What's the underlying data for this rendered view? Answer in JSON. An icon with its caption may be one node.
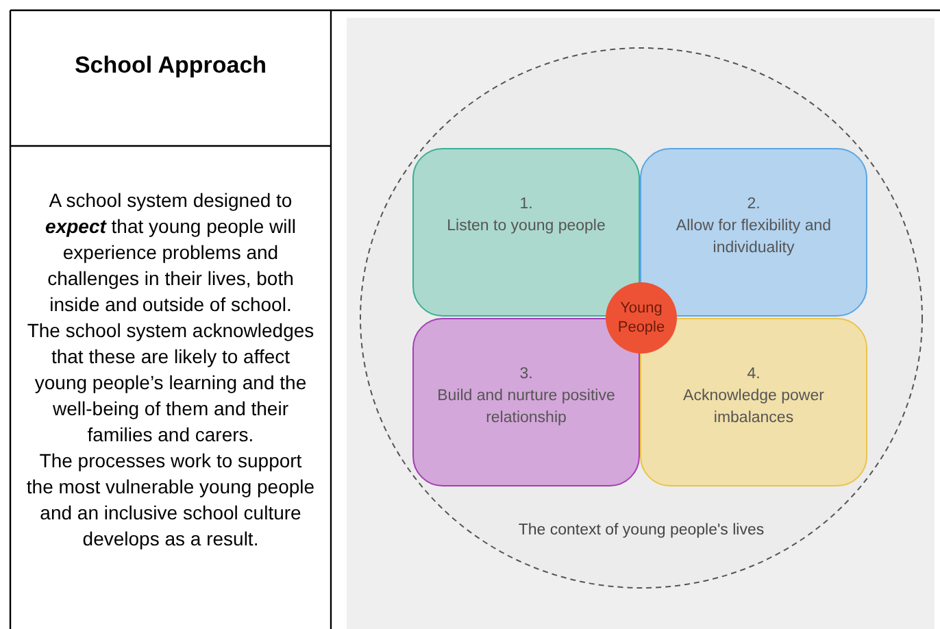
{
  "diagram": {
    "nodes": [
      {
        "text": [
          "School Approach"
        ]
      },
      {
        "text": [
          "A school system designed to **expect** that young people will experience problems and challenges in their lives, both inside and outside of school.",
          "The school system acknowledges that these are likely to affect young people’s learning and the well-being of them and their families and carers.",
          "The processes work to support the most vulnerable young people and an inclusive school culture develops as a result."
        ]
      },
      {
        "text": [
          "The context of young people's lives"
        ]
      },
      {
        "text": [
          "1.",
          "Listen to young people"
        ],
        "in": 2
      },
      {
        "text": [
          "2.",
          "Allow for flexibility and individuality"
        ],
        "in": 2
      },
      {
        "text": [
          "3.",
          "Build and nurture positive relationship"
        ],
        "in": 2
      },
      {
        "text": [
          "4.",
          "Acknowledge power imbalances"
        ],
        "in": 2
      },
      {
        "text": [
          "Young People"
        ],
        "in": 2
      }
    ]
  }
}
